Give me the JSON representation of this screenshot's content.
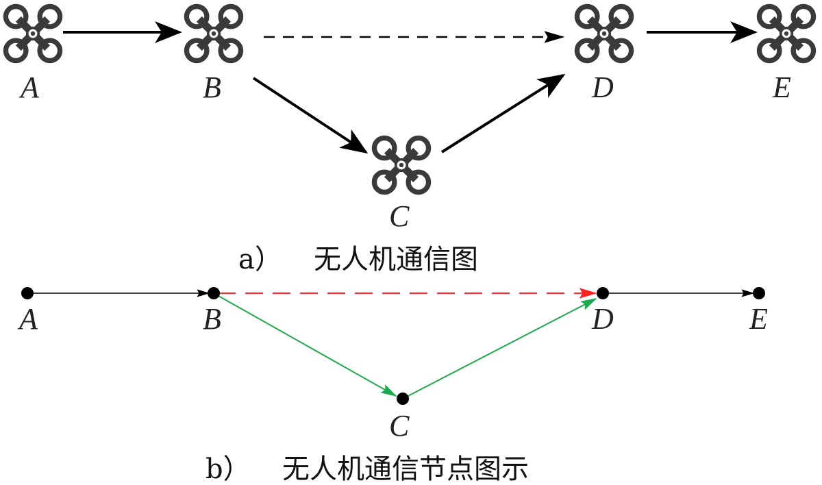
{
  "panel_a": {
    "caption_prefix": "a）",
    "caption_text": "无人机通信图",
    "nodes": [
      {
        "id": "A",
        "label": "A",
        "icon": "drone-icon"
      },
      {
        "id": "B",
        "label": "B",
        "icon": "drone-icon"
      },
      {
        "id": "C",
        "label": "C",
        "icon": "drone-icon"
      },
      {
        "id": "D",
        "label": "D",
        "icon": "drone-icon"
      },
      {
        "id": "E",
        "label": "E",
        "icon": "drone-icon"
      }
    ],
    "edges": [
      {
        "from": "A",
        "to": "B",
        "style": "solid"
      },
      {
        "from": "B",
        "to": "D",
        "style": "dashed"
      },
      {
        "from": "B",
        "to": "C",
        "style": "solid"
      },
      {
        "from": "C",
        "to": "D",
        "style": "solid"
      },
      {
        "from": "D",
        "to": "E",
        "style": "solid"
      }
    ]
  },
  "panel_b": {
    "caption_prefix": "b）",
    "caption_text": "无人机通信节点图示",
    "nodes": [
      {
        "id": "A",
        "label": "A"
      },
      {
        "id": "B",
        "label": "B"
      },
      {
        "id": "C",
        "label": "C"
      },
      {
        "id": "D",
        "label": "D"
      },
      {
        "id": "E",
        "label": "E"
      }
    ],
    "edges": [
      {
        "from": "A",
        "to": "B",
        "style": "solid",
        "color": "#000000"
      },
      {
        "from": "B",
        "to": "D",
        "style": "dashed",
        "color": "#ff3333"
      },
      {
        "from": "B",
        "to": "C",
        "style": "solid",
        "color": "#1aaa4a"
      },
      {
        "from": "C",
        "to": "D",
        "style": "solid",
        "color": "#1aaa4a"
      },
      {
        "from": "D",
        "to": "E",
        "style": "solid",
        "color": "#000000"
      }
    ]
  },
  "colors": {
    "drone_body": "#3a3a3a",
    "arrow": "#000000",
    "node_dot": "#000000"
  }
}
